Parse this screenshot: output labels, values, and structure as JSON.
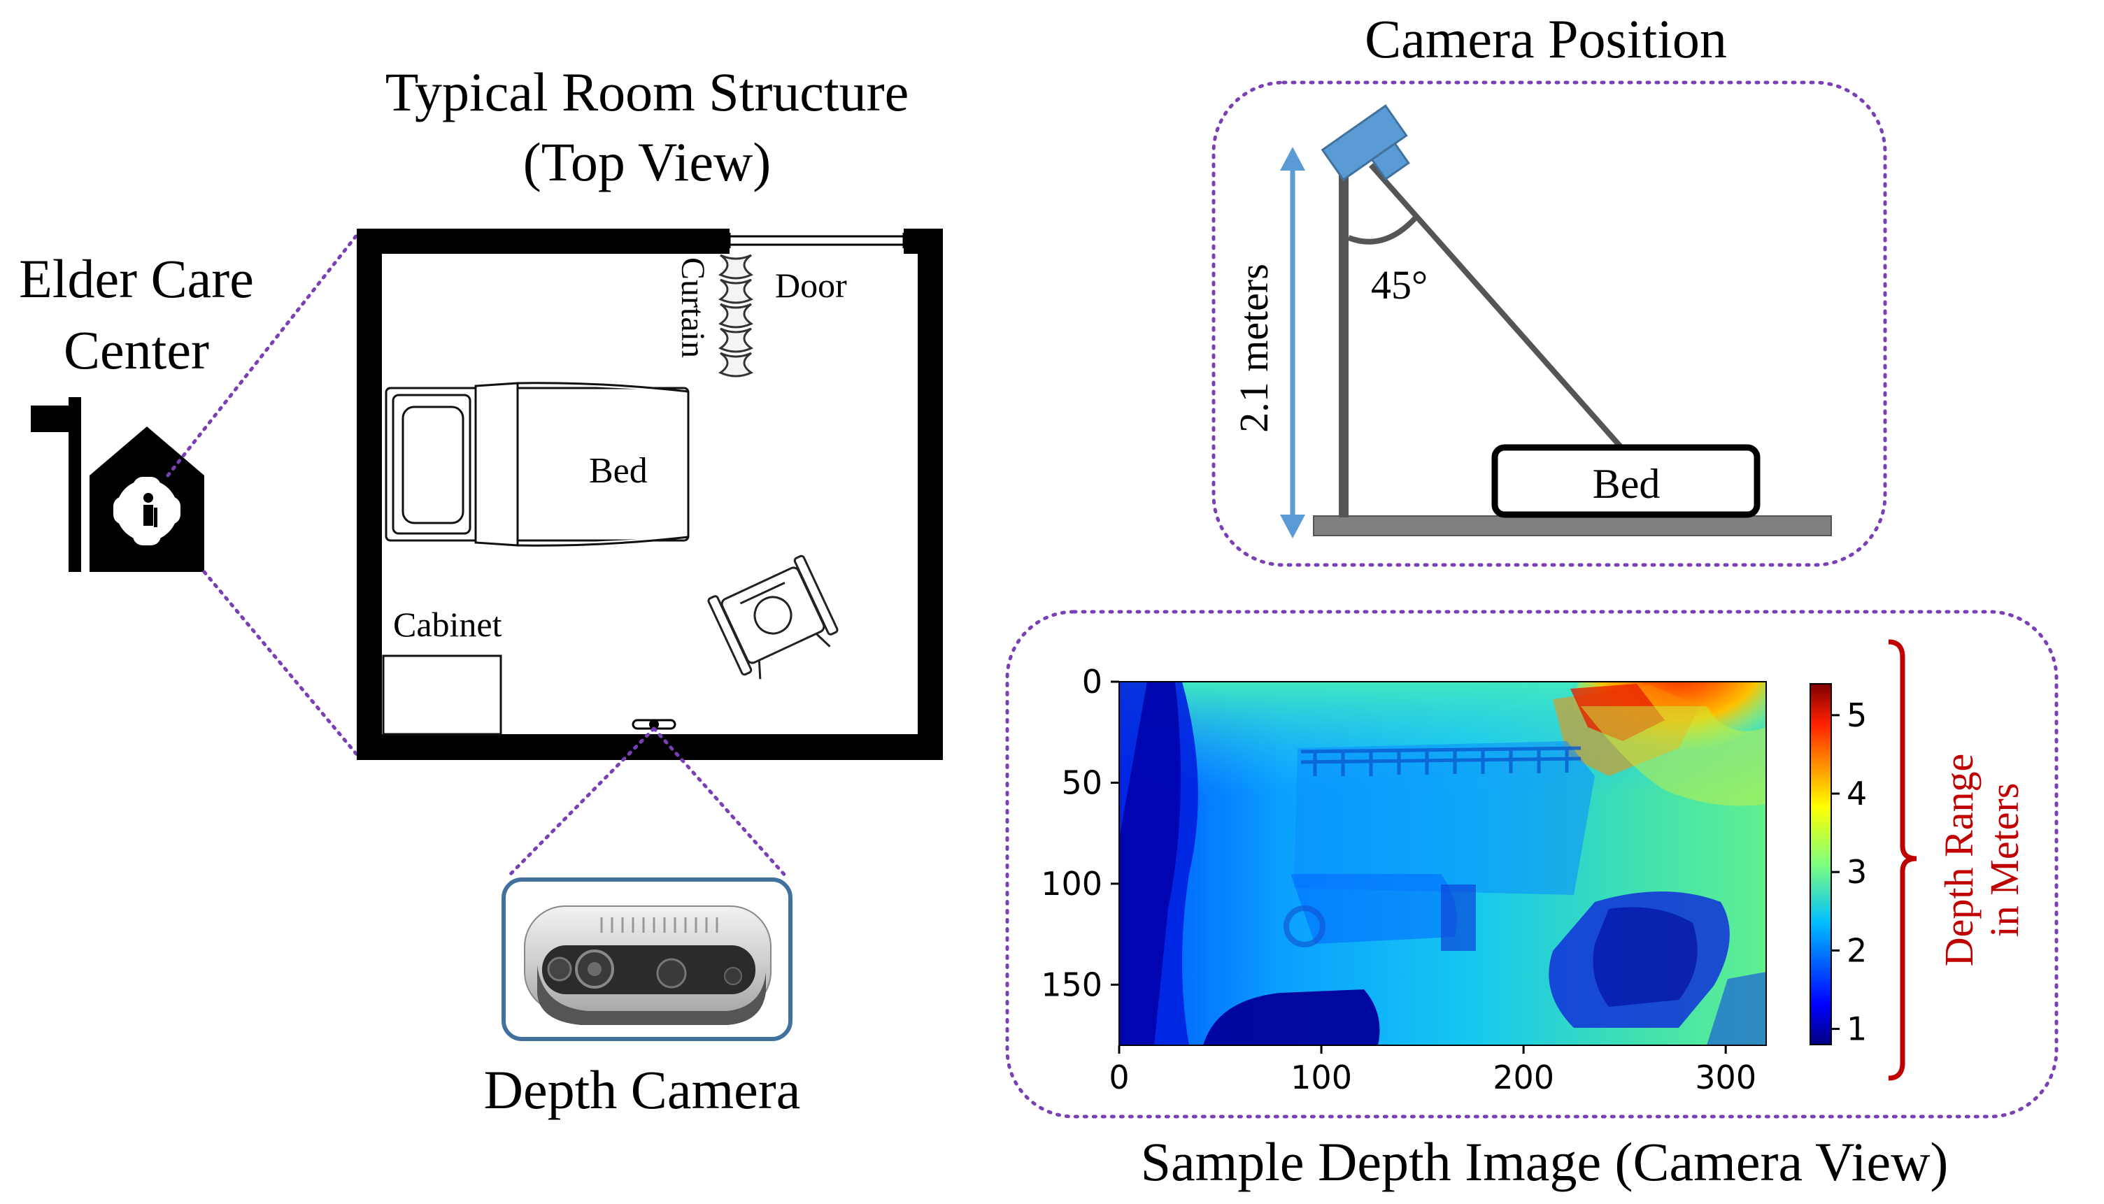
{
  "titles": {
    "room_line1": "Typical Room Structure",
    "room_line2": "(Top View)",
    "camera_position": "Camera Position",
    "elder_line1": "Elder Care",
    "elder_line2": "Center",
    "depth_camera": "Depth Camera",
    "sample_depth": "Sample Depth Image (Camera View)"
  },
  "room_labels": {
    "door": "Door",
    "curtain": "Curtain",
    "bed": "Bed",
    "cabinet": "Cabinet"
  },
  "camera_position": {
    "height_label": "2.1 meters",
    "angle_label": "45°",
    "bed_label": "Bed"
  },
  "depth_image": {
    "range_line1": "Depth Range",
    "range_line2": "in Meters"
  },
  "colors": {
    "dotted_outline": "#7a3fb5",
    "camera_blue": "#5b9bd5",
    "range_red": "#c00000",
    "wall_black": "#000000",
    "stand_gray": "#5a5a5a"
  },
  "chart_data": {
    "type": "heatmap",
    "x_ticks": [
      0,
      100,
      200,
      300
    ],
    "y_ticks": [
      0,
      50,
      100,
      150
    ],
    "xlim": [
      0,
      320
    ],
    "ylim": [
      180,
      0
    ],
    "colorbar": {
      "ticks": [
        1,
        2,
        3,
        4,
        5
      ],
      "range": [
        0.8,
        5.4
      ],
      "colormap": "jet"
    }
  }
}
